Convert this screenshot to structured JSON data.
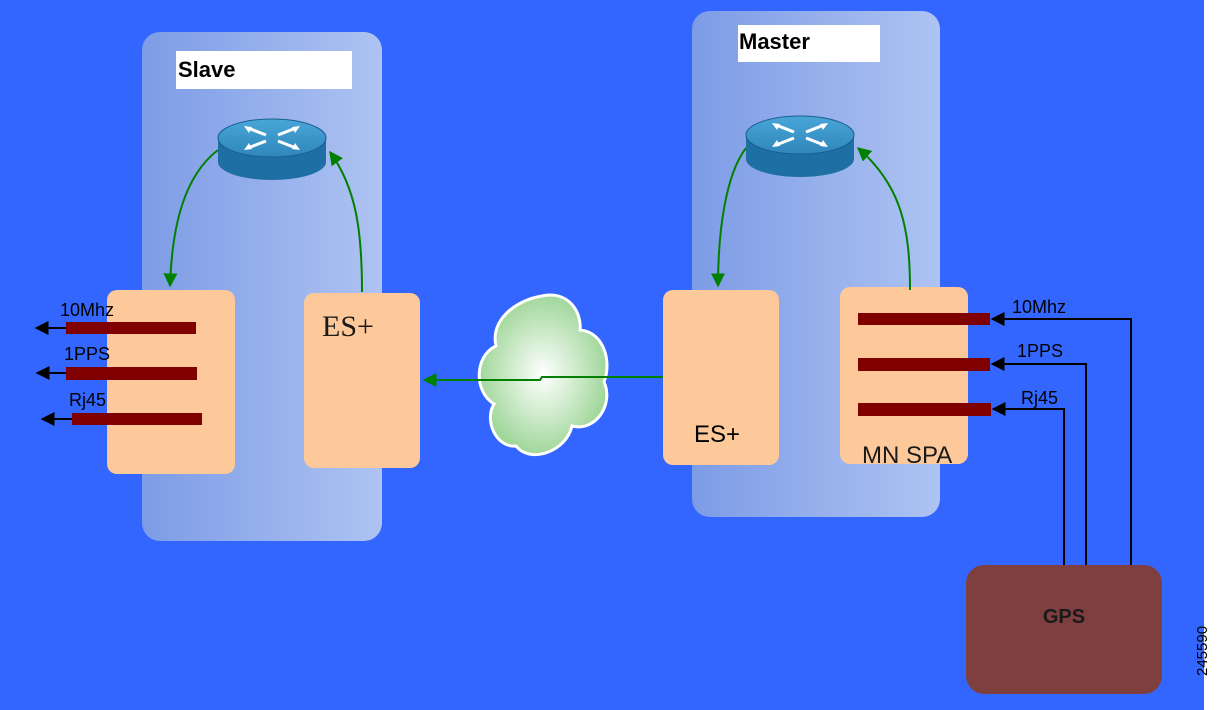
{
  "diagram": {
    "slave": {
      "title": "Slave",
      "es_label": "ES+",
      "ports": [
        "10Mhz",
        "1PPS",
        "Rj45"
      ]
    },
    "master": {
      "title": "Master",
      "es_label": "ES+",
      "spa_label": "MN SPA",
      "ports": [
        "10Mhz",
        "1PPS",
        "Rj45"
      ]
    },
    "gps": {
      "label": "GPS"
    },
    "figure_id": "245590"
  },
  "colors": {
    "background": "#3366ff",
    "panel": "#a9bff0",
    "card": "#fdc99a",
    "port_bar": "#800000",
    "gps_box": "#7f3f3f",
    "link_green": "#008000",
    "cloud_fill": "#8fd08a",
    "router": "#2a8cbf"
  },
  "icons": {
    "router": "router-icon",
    "cloud": "network-cloud-icon"
  }
}
